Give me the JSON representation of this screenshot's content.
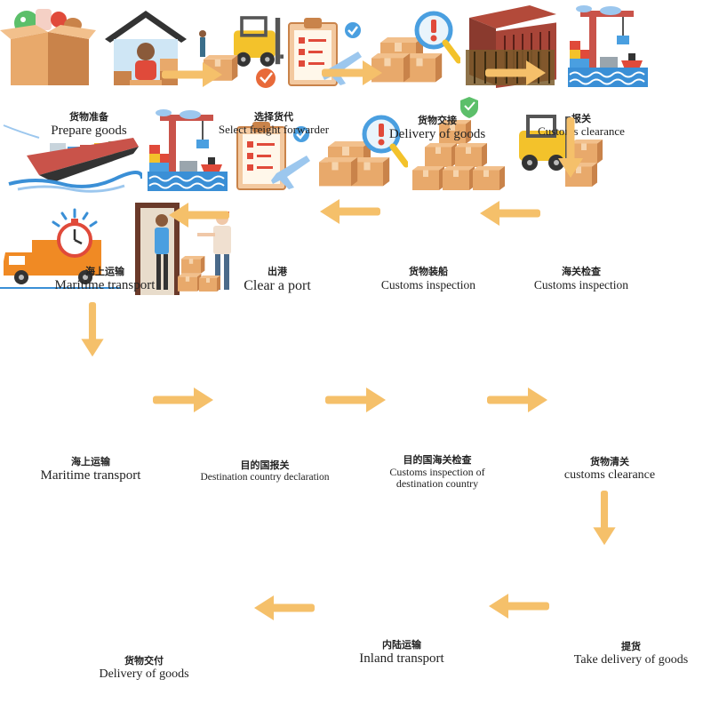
{
  "colors": {
    "arrow": "#f5c06a",
    "box": "#e8a96b",
    "box_dark": "#c9834a",
    "red": "#e04a3a",
    "blue": "#4a9fe0",
    "sea": "#3a8fd6",
    "yellow": "#f3c22b"
  },
  "steps": [
    {
      "zh": "货物准备",
      "en": "Prepare goods",
      "icon": "open-box-icon"
    },
    {
      "zh": "选择货代",
      "en": "Select freight forwarder",
      "icon": "forwarder-house-icon"
    },
    {
      "zh": "货物交接",
      "en": "Delivery of goods",
      "icon": "forklift-icon"
    },
    {
      "zh": "报关",
      "en": "Customs clearance",
      "icon": "clipboard-plane-icon"
    },
    {
      "zh": "海关检查",
      "en": "Customs inspection",
      "icon": "box-magnifier-icon"
    },
    {
      "zh": "货物装船",
      "en": "Customs inspection",
      "icon": "container-icon"
    },
    {
      "zh": "出港",
      "en": "Clear a port",
      "icon": "port-crane-icon"
    },
    {
      "zh": "海上运输",
      "en": "Maritime transport",
      "icon": "cargo-ship-icon"
    },
    {
      "zh": "海上运输",
      "en": "Maritime transport",
      "icon": "port-crane-icon"
    },
    {
      "zh": "目的国报关",
      "en": "Destination country declaration",
      "icon": "clipboard-plane-icon"
    },
    {
      "zh": "目的国海关检查",
      "en": "Customs inspection of destination country",
      "icon": "box-magnifier-icon"
    },
    {
      "zh": "货物清关",
      "en": "customs clearance",
      "icon": "box-pyramid-icon"
    },
    {
      "zh": "提货",
      "en": "Take delivery of goods",
      "icon": "forklift-icon"
    },
    {
      "zh": "内陆运输",
      "en": "Inland transport",
      "icon": "delivery-truck-icon"
    },
    {
      "zh": "货物交付",
      "en": "Delivery of goods",
      "icon": "doorstep-delivery-icon"
    }
  ]
}
